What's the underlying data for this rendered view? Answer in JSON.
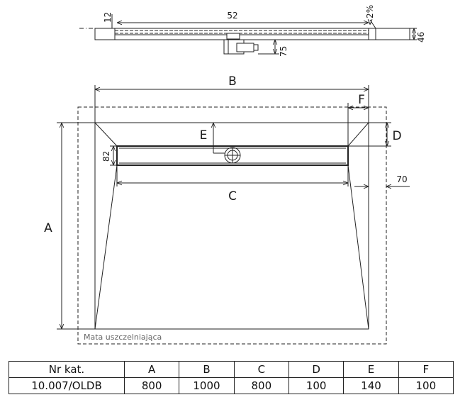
{
  "side_view": {
    "dim_thickness": "12",
    "dim_length": "52",
    "dim_slope": "<2%",
    "dim_height": "46",
    "dim_drain_depth": "75"
  },
  "plan_view": {
    "label_a": "A",
    "label_b": "B",
    "label_c": "C",
    "label_d": "D",
    "label_e": "E",
    "label_f": "F",
    "dim_channel_width": "82",
    "dim_mat_margin": "70",
    "mat_label": "Mata uszczelniająca"
  },
  "spec_table": {
    "headers": [
      "Nr kat.",
      "A",
      "B",
      "C",
      "D",
      "E",
      "F"
    ],
    "row": [
      "10.007/OLDB",
      "800",
      "1000",
      "800",
      "100",
      "140",
      "100"
    ]
  }
}
